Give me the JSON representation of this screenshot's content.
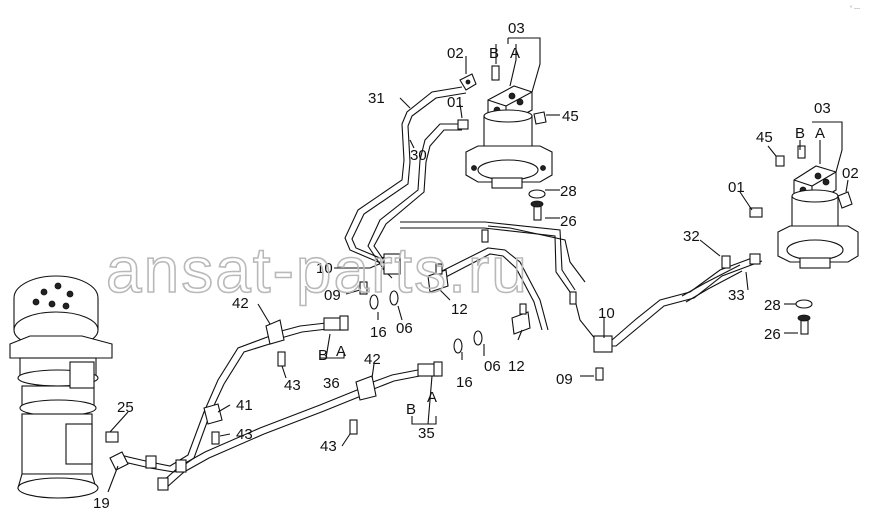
{
  "watermark": "ansat-parts.ru",
  "corner_mark": "° ---",
  "labels": {
    "p03_top": "03",
    "pB_top": "B",
    "pA_top": "A",
    "p02_top": "02",
    "p31": "31",
    "p01_top": "01",
    "p45_top": "45",
    "p30": "30",
    "p28_top": "28",
    "p26_top": "26",
    "p03_r": "03",
    "pB_r": "B",
    "pA_r": "A",
    "p45_r": "45",
    "p01_r": "01",
    "p02_r": "02",
    "p32": "32",
    "p33": "33",
    "p28_r": "28",
    "p26_r": "26",
    "p10_a": "10",
    "p09_a": "09",
    "p12_a": "12",
    "p16_a": "16",
    "p06_a": "06",
    "p42_a": "42",
    "pB_36": "B",
    "pA_36": "A",
    "p36": "36",
    "p43_a": "43",
    "p42_b": "42",
    "p16_b": "16",
    "p06_b": "06",
    "p12_b": "12",
    "p10_b": "10",
    "p09_b": "09",
    "p25": "25",
    "p41": "41",
    "p43_b": "43",
    "pB_35": "B",
    "pA_35": "A",
    "p35": "35",
    "p43_c": "43",
    "p19": "19"
  }
}
